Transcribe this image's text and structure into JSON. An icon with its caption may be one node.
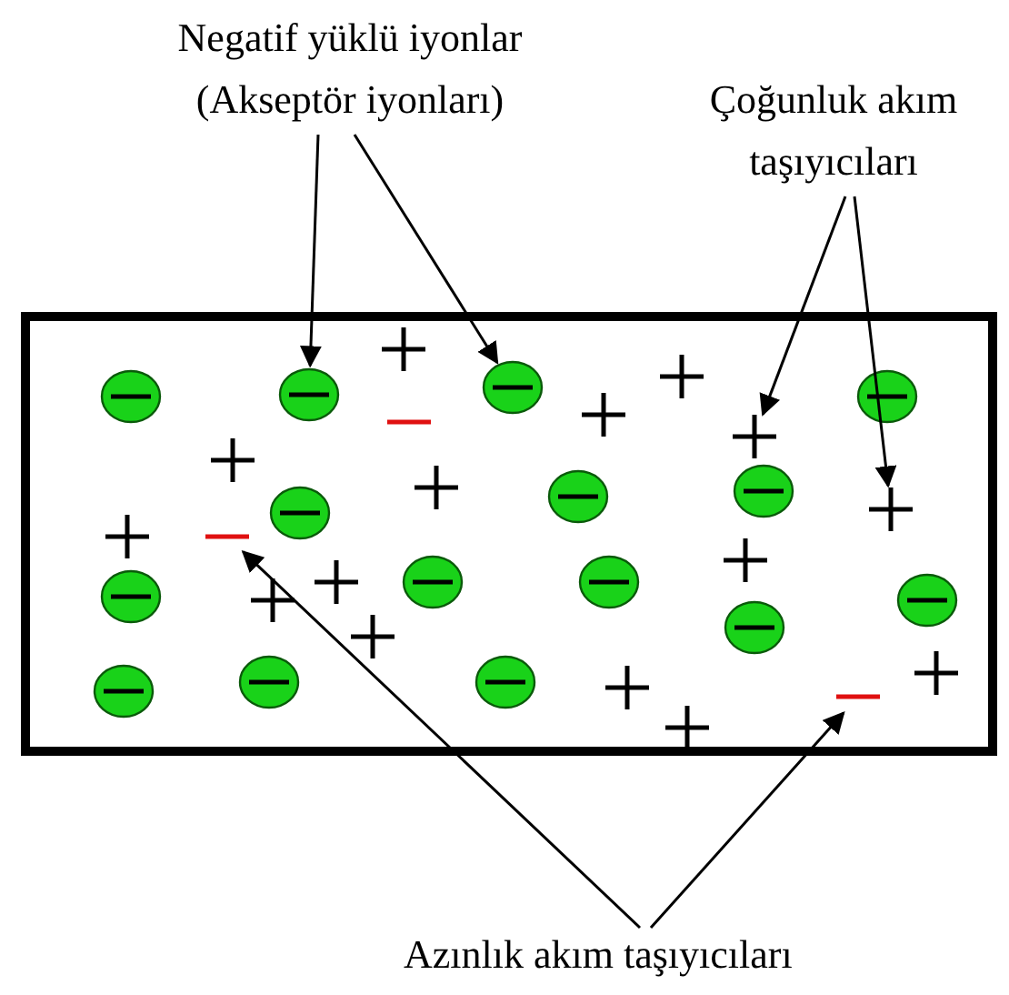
{
  "diagram": {
    "nodes": [
      {
        "text": [
          "Negatif yüklü iyonlar (Akseptör iyonları)"
        ]
      },
      {
        "text": [
          "Çoğunluk akım taşıyıcıları"
        ]
      },
      {
        "text": [],
        "shape": "circle"
      },
      {
        "text": [],
        "shape": "circle"
      },
      {
        "text": [],
        "shape": "plus"
      },
      {
        "text": [],
        "shape": "plus"
      },
      {
        "text": [
          "Azınlık akım taşıyıcıları"
        ]
      },
      {
        "text": [],
        "shape": "bar"
      },
      {
        "text": [],
        "shape": "bar"
      }
    ],
    "edges": [
      {
        "from": 0,
        "to": 2,
        "arrow": "to"
      },
      {
        "from": 0,
        "to": 3,
        "arrow": "to"
      },
      {
        "from": 1,
        "to": 4,
        "arrow": "to"
      },
      {
        "from": 1,
        "to": 5,
        "arrow": "to"
      },
      {
        "from": 6,
        "to": 7,
        "arrow": "to"
      },
      {
        "from": 6,
        "to": 8,
        "arrow": "to"
      }
    ]
  }
}
